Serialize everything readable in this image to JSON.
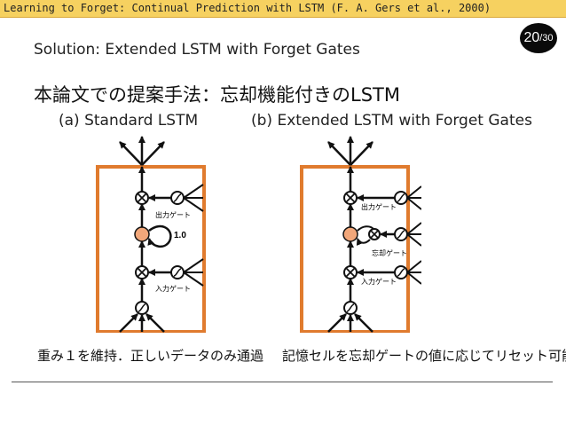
{
  "header": {
    "text": "Learning to Forget: Continual Prediction with LSTM (F. A. Gers et al., 2000)"
  },
  "page": {
    "current": "20",
    "separator": "/",
    "total": "30"
  },
  "title": "Solution: Extended LSTM with Forget Gates",
  "lead": "本論文での提案手法：忘却機能付きのLSTM",
  "panels": {
    "left": {
      "caption": "(a) Standard LSTM",
      "output_gate_label": "出力ゲート",
      "input_gate_label": "入力ゲート",
      "recurrence_weight": "1.0",
      "note": "重み１を維持．正しいデータのみ通過"
    },
    "right": {
      "caption": "(b) Extended LSTM with Forget Gates",
      "output_gate_label": "出力ゲート",
      "forget_gate_label": "忘却ゲート",
      "input_gate_label": "入力ゲート",
      "note": "記憶セルを忘却ゲートの値に応じてリセット可能"
    }
  },
  "colors": {
    "header_bg": "#f6d160",
    "frame": "#e07b2e",
    "cell": "#f2a77a",
    "badge": "#0a0a0a"
  }
}
